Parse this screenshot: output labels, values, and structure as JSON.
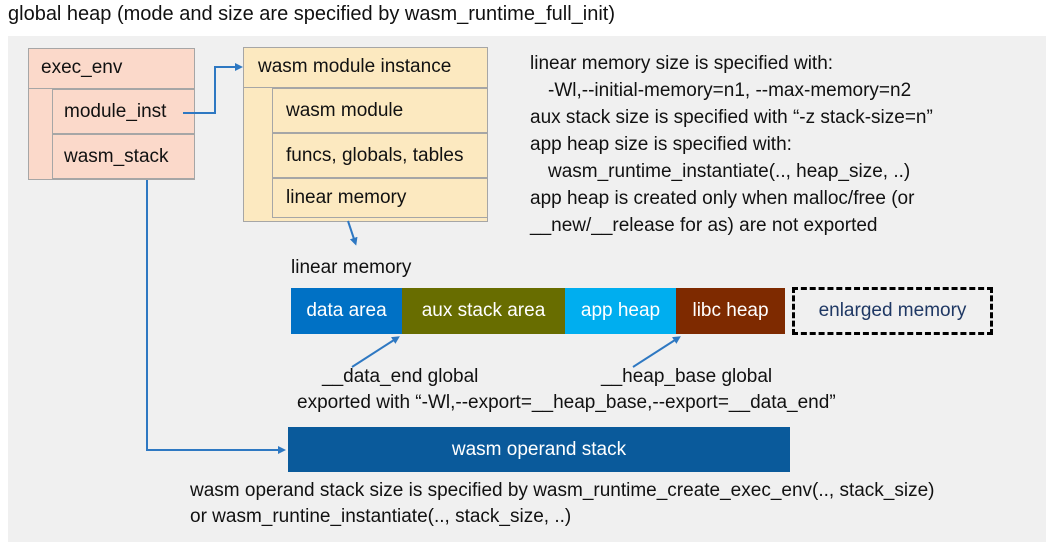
{
  "title": "global heap (mode and size are specified by wasm_runtime_full_init)",
  "colors": {
    "panel_bg": "#f0f0f0",
    "pink_box": "#fbd9ca",
    "yellow_box": "#fce9c0",
    "box_border": "#a6a6a6",
    "connector_blue": "#2e78c2",
    "data_area": "#0071c5",
    "aux_stack_area": "#686d00",
    "app_heap": "#00aeef",
    "libc_heap": "#7e2a00",
    "operand_stack": "#0a5a9b",
    "enlarged_text": "#1f3864"
  },
  "exec_env": {
    "header": "exec_env",
    "fields": [
      "module_inst",
      "wasm_stack"
    ]
  },
  "module_instance": {
    "header": "wasm module instance",
    "fields": [
      "wasm module",
      "funcs, globals, tables",
      "linear memory"
    ]
  },
  "notes_right": {
    "lines": [
      "linear memory size is specified with:",
      "-Wl,--initial-memory=n1, --max-memory=n2",
      "aux stack size is specified with “-z stack-size=n”",
      "app heap size is specified with:",
      "wasm_runtime_instantiate(.., heap_size, ..)",
      "app heap is created only when malloc/free (or",
      "__new/__release for as) are not exported"
    ]
  },
  "linear_memory": {
    "label": "linear memory",
    "segments": [
      {
        "label": "data area"
      },
      {
        "label": "aux stack area"
      },
      {
        "label": "app heap"
      },
      {
        "label": "libc heap"
      }
    ],
    "enlarged_label": "enlarged memory"
  },
  "annotations": {
    "data_end": "__data_end global",
    "heap_base": "__heap_base global",
    "exported": "exported with “-Wl,--export=__heap_base,--export=__data_end”"
  },
  "operand_stack": {
    "label": "wasm operand stack"
  },
  "notes_bottom": {
    "lines": [
      "wasm operand stack size is specified by wasm_runtime_create_exec_env(.., stack_size)",
      "or wasm_runtine_instantiate(.., stack_size, ..)"
    ]
  }
}
